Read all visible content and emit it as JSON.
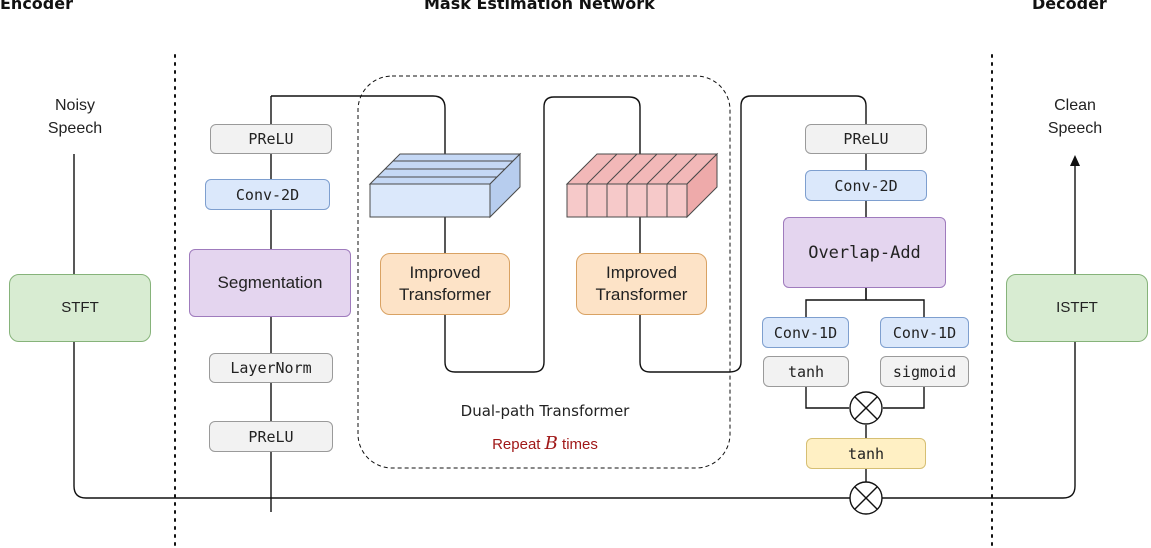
{
  "sections": {
    "encoder": "Encoder",
    "mask_network": "Mask Estimation Network",
    "decoder": "Decoder"
  },
  "io": {
    "input": "Noisy\nSpeech",
    "output": "Clean\nSpeech"
  },
  "blocks": {
    "stft": "STFT",
    "istft": "ISTFT",
    "left_prelu_top": "PReLU",
    "left_conv2d": "Conv-2D",
    "segmentation": "Segmentation",
    "layernorm": "LayerNorm",
    "left_prelu_bottom": "PReLU",
    "transformer_1": "Improved\nTransformer",
    "transformer_2": "Improved\nTransformer",
    "right_prelu": "PReLU",
    "right_conv2d": "Conv-2D",
    "overlap_add": "Overlap-Add",
    "conv1d_left": "Conv-1D",
    "conv1d_right": "Conv-1D",
    "tanh_left": "tanh",
    "sigmoid": "sigmoid",
    "tanh_final": "tanh"
  },
  "dual_path": {
    "label": "Dual-path Transformer",
    "repeat_prefix": "Repeat ",
    "repeat_var": "B",
    "repeat_suffix": " times"
  },
  "colors": {
    "gray": "#f2f2f2",
    "blue": "#dbe8fb",
    "purple": "#e4d5ef",
    "green": "#d8ecd2",
    "orange": "#fde3c7",
    "yellow": "#fff0c4",
    "red_block": "#f6c9c9",
    "repeat_text": "#a01818"
  }
}
